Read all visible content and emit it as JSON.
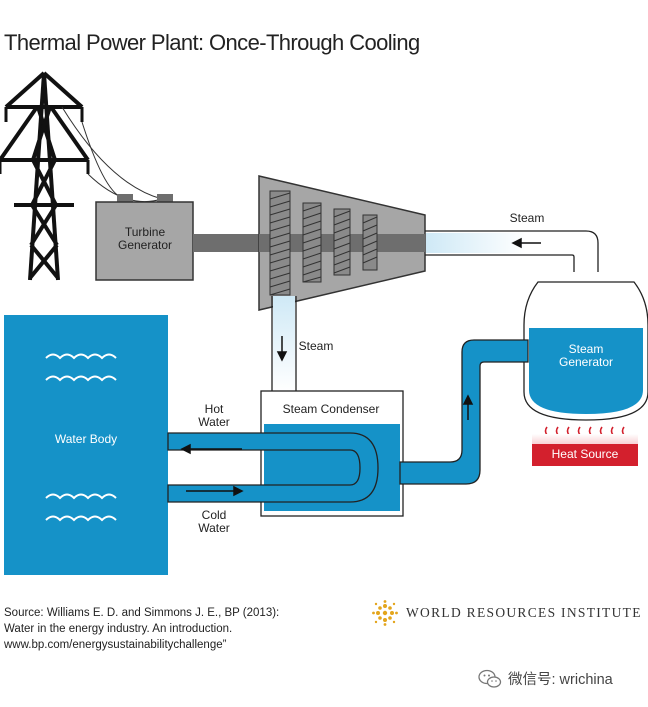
{
  "title": "Thermal Power Plant: Once-Through Cooling",
  "labels": {
    "turbine_generator": [
      "Turbine",
      "Generator"
    ],
    "steam_in": "Steam",
    "steam_down": "Steam",
    "steam_generator": [
      "Steam",
      "Generator"
    ],
    "steam_condenser": "Steam Condenser",
    "hot_water": [
      "Hot",
      "Water"
    ],
    "cold_water": [
      "Cold",
      "Water"
    ],
    "water_body": "Water Body",
    "heat_source": "Heat Source"
  },
  "source": [
    "Source: Williams E. D. and Simmons J. E., BP (2013):",
    "Water in the energy industry. An introduction.",
    "www.bp.com/energysustainabilitychallenge”"
  ],
  "logo": {
    "text": "WORLD RESOURCES INSTITUTE",
    "icon": "wri-star-icon"
  },
  "watermark": {
    "icon": "wechat-icon",
    "text": "微信号: wrichina"
  },
  "colors": {
    "water_blue": "#1592c8",
    "steam_light": "#cfe9f6",
    "heat_red": "#d3202d",
    "gray_machine": "#a6a6a6",
    "dark_gray": "#6e6e6e",
    "gold": "#e3a51c"
  }
}
